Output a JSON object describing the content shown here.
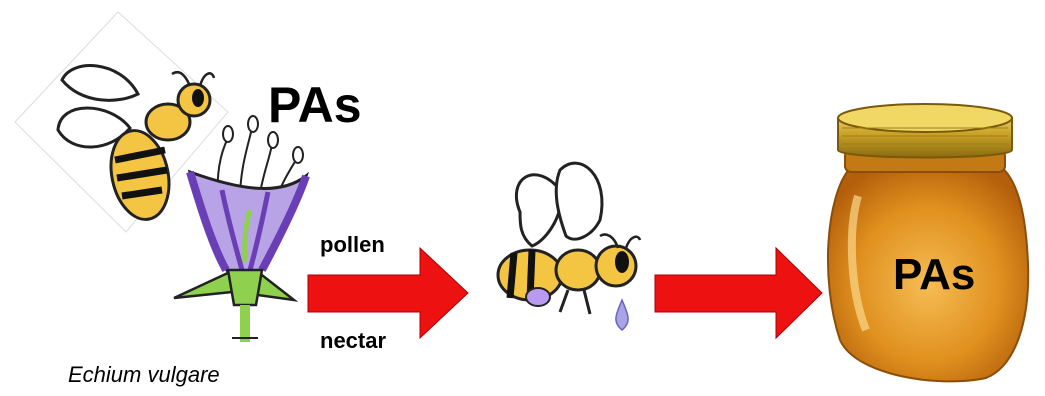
{
  "labels": {
    "pas_top": "PAs",
    "pollen": "pollen",
    "nectar": "nectar",
    "species": "Echium vulgare",
    "pas_jar": "PAs"
  },
  "colors": {
    "arrow": "#ee1111",
    "bee_yellow": "#f4c542",
    "bee_stripe": "#111111",
    "wing": "#ffffff",
    "petal_purple": "#6a3fb5",
    "petal_light": "#b7a3e6",
    "stem_green": "#8fd14f",
    "honey": "#e0901e",
    "lid_gold": "#c9a227",
    "pollen_purple": "#b89bf0",
    "nectar_drop": "#a9a4e8"
  },
  "icons": [
    "bee-on-flower-icon",
    "echium-flower-icon",
    "bee-icon",
    "honey-jar-icon",
    "arrow-right-icon"
  ]
}
